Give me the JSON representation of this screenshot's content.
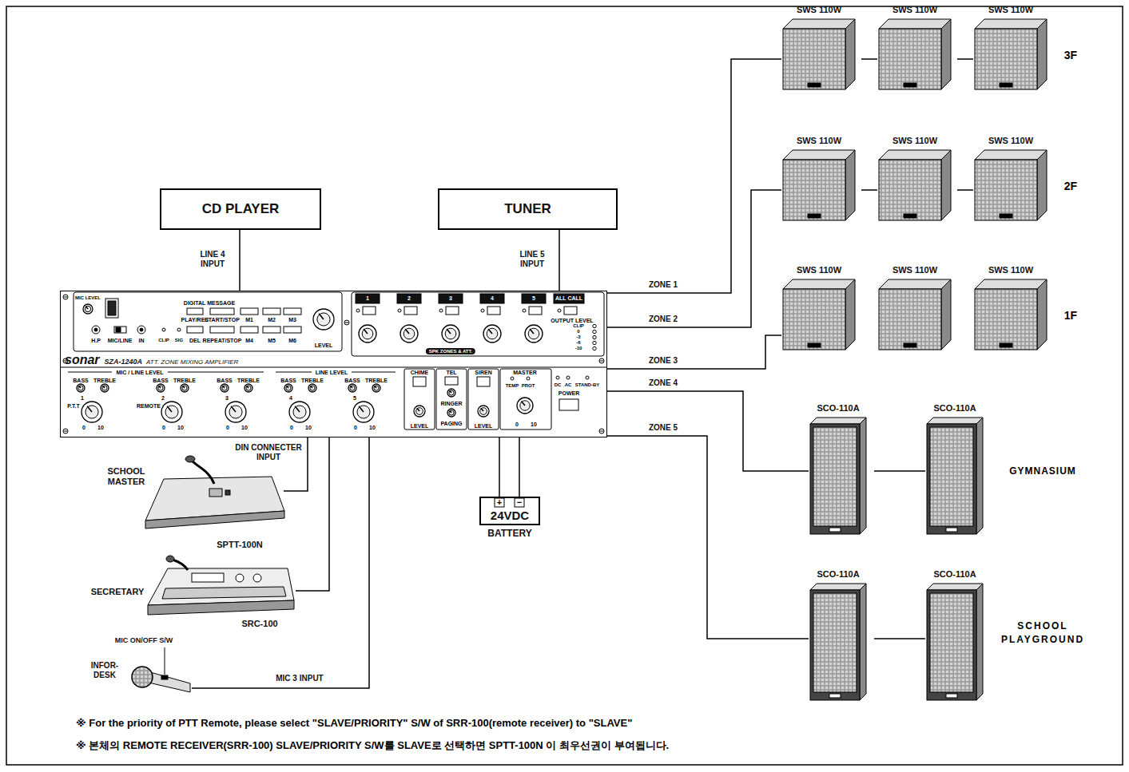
{
  "diagram": {
    "nodes": [
      {
        "text": [
          "CD PLAYER"
        ]
      },
      {
        "text": [
          "TUNER"
        ]
      },
      {
        "text": [
          "sonar",
          "SZA-1240A",
          "ATT. ZONE MIXING AMPLIFIER"
        ]
      },
      {
        "text": [
          "SWS 110W"
        ]
      },
      {
        "text": [
          "SWS 110W"
        ]
      },
      {
        "text": [
          "SWS 110W"
        ]
      },
      {
        "text": [
          "SWS 110W"
        ]
      },
      {
        "text": [
          "SWS 110W"
        ]
      },
      {
        "text": [
          "SWS 110W"
        ]
      },
      {
        "text": [
          "SWS 110W"
        ]
      },
      {
        "text": [
          "SWS 110W"
        ]
      },
      {
        "text": [
          "SWS 110W"
        ]
      },
      {
        "text": [
          "SCO-110A"
        ]
      },
      {
        "text": [
          "SCO-110A"
        ]
      },
      {
        "text": [
          "SCO-110A"
        ]
      },
      {
        "text": [
          "SCO-110A"
        ]
      },
      {
        "text": [
          "SCHOOL MASTER",
          "SPTT-100N"
        ]
      },
      {
        "text": [
          "SECRETARY",
          "SRC-100"
        ]
      },
      {
        "text": [
          "MIC ON/OFF S/W",
          "INFOR-DESK"
        ]
      },
      {
        "text": [
          "24VDC",
          "BATTERY"
        ]
      }
    ],
    "edges": [
      {
        "from": 0,
        "to": 2,
        "label": "LINE 4 INPUT",
        "arrow": "none"
      },
      {
        "from": 1,
        "to": 2,
        "label": "LINE 5 INPUT",
        "arrow": "none"
      },
      {
        "from": 2,
        "to": 3,
        "label": "ZONE 1",
        "arrow": "none"
      },
      {
        "from": 3,
        "to": 4,
        "arrow": "none"
      },
      {
        "from": 4,
        "to": 5,
        "arrow": "none"
      },
      {
        "from": 2,
        "to": 6,
        "label": "ZONE 2",
        "arrow": "none"
      },
      {
        "from": 6,
        "to": 7,
        "arrow": "none"
      },
      {
        "from": 7,
        "to": 8,
        "arrow": "none"
      },
      {
        "from": 2,
        "to": 9,
        "label": "ZONE 3",
        "arrow": "none"
      },
      {
        "from": 2,
        "to": 12,
        "label": "ZONE 4",
        "arrow": "none"
      },
      {
        "from": 12,
        "to": 13,
        "arrow": "none"
      },
      {
        "from": 2,
        "to": 14,
        "label": "ZONE 5",
        "arrow": "none"
      },
      {
        "from": 14,
        "to": 15,
        "arrow": "none"
      },
      {
        "from": 16,
        "to": 2,
        "label": "DIN CONNECTER INPUT",
        "arrow": "none"
      },
      {
        "from": 17,
        "to": 2,
        "arrow": "none"
      },
      {
        "from": 18,
        "to": 2,
        "label": "MIC 3 INPUT",
        "arrow": "none"
      },
      {
        "from": 19,
        "to": 2,
        "arrow": "none"
      },
      {
        "from": 19,
        "to": 2,
        "arrow": "none"
      }
    ],
    "labels": [
      "MIC LEVEL",
      "DIGITAL MESSAGE",
      "PLAY/REC",
      "START/STOP",
      "M1",
      "M2",
      "M3",
      "H.P",
      "MIC/LINE",
      "IN",
      "CLIP",
      "SIG",
      "DEL",
      "REPEAT/STOP",
      "M4",
      "M5",
      "M6",
      "LEVEL",
      "1",
      "2",
      "3",
      "4",
      "5",
      "ALL CALL",
      "OUTPUT LEVEL",
      "CLIP",
      "0",
      "-3",
      "-6",
      "-10",
      "SPK ZONES & ATT.",
      "MIC / LINE LEVEL",
      "LINE LEVEL",
      "BASS",
      "TREBLE",
      "BASS",
      "TREBLE",
      "BASS",
      "TREBLE",
      "BASS",
      "TREBLE",
      "BASS",
      "TREBLE",
      "P.T.T",
      "1",
      "REMOTE",
      "2",
      "3",
      "4",
      "5",
      "0",
      "10",
      "0",
      "10",
      "0",
      "10",
      "0",
      "10",
      "0",
      "10",
      "CHIME",
      "TEL",
      "SIREN",
      "MASTER",
      "LEVEL",
      "RINGER",
      "PAGING",
      "LEVEL",
      "TEMP",
      "PROT",
      "0",
      "10",
      "DC",
      "AC",
      "STAND-BY",
      "POWER",
      "+",
      "−",
      "3F",
      "2F",
      "1F",
      "GYMNASIUM",
      "SCHOOL PLAYGROUND",
      "※ For the priority of PTT Remote, please select \"SLAVE/PRIORITY\" S/W of SRR-100(remote receiver) to \"SLAVE\"",
      "※ 본체의 REMOTE RECEIVER(SRR-100) SLAVE/PRIORITY S/W를 SLAVE로 선택하면 SPTT-100N 이 최우선권이 부여됩니다."
    ]
  }
}
